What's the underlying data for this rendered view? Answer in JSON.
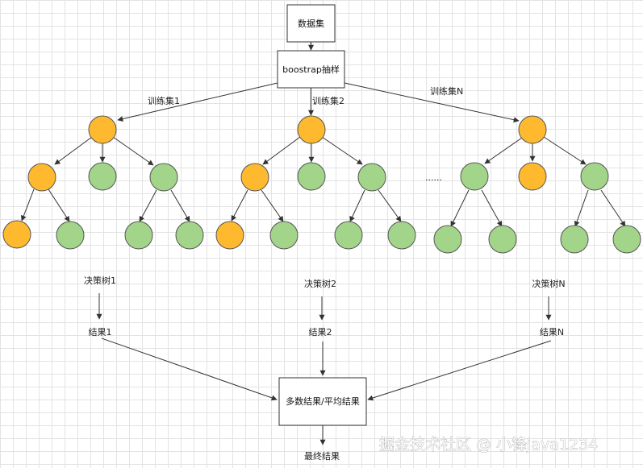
{
  "nodes": {
    "dataset": "数据集",
    "bootstrap": "boostrap抽样",
    "combine": "多数结果/平均结果",
    "final": "最终结果"
  },
  "training_sets": [
    "训练集1",
    "训练集2",
    "训练集N"
  ],
  "trees": [
    "决策树1",
    "决策树2",
    "决策树N"
  ],
  "results": [
    "结果1",
    "结果2",
    "结果N"
  ],
  "ellipsis": "......",
  "watermark": "掘金技术社区 @ 小锋java1234",
  "colors": {
    "orange_node": "#ffb92e",
    "green_node": "#a2d48a",
    "node_stroke": "#555555",
    "edge": "#333333"
  }
}
